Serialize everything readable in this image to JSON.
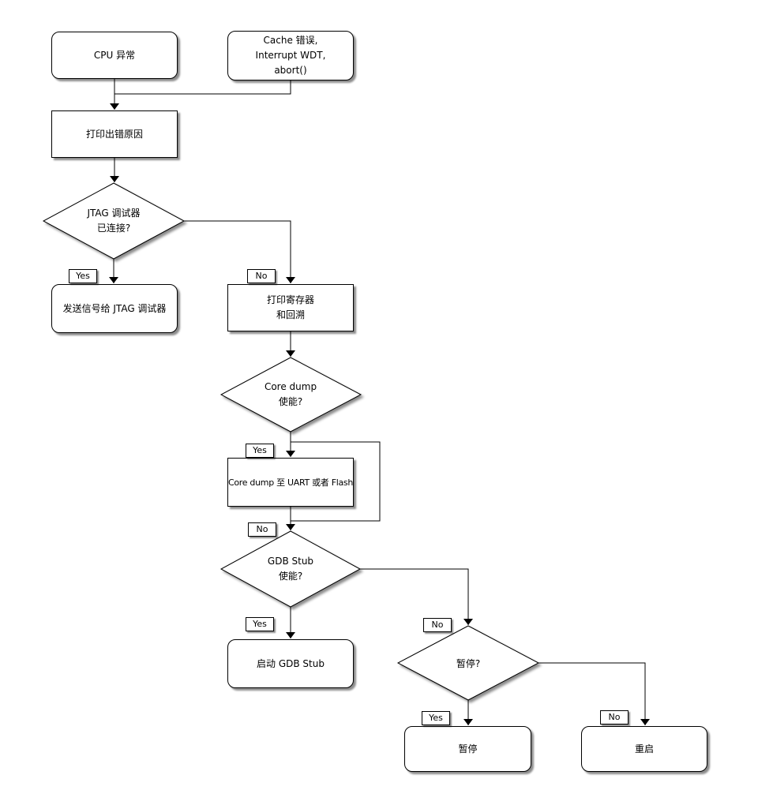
{
  "diagram": {
    "background_color": "#ffffff",
    "stroke_color": "#000000",
    "node_fill_color": "#ffffff"
  },
  "nodes": {
    "cpu_exception": {
      "lines": [
        "CPU 异常"
      ]
    },
    "cache_error": {
      "lines": [
        "Cache 错误,",
        "Interrupt WDT,",
        "abort()"
      ]
    },
    "print_error": {
      "lines": [
        "打印出错原因"
      ]
    },
    "jtag_connected": {
      "lines": [
        "JTAG 调试器",
        "已连接?"
      ]
    },
    "signal_jtag": {
      "lines": [
        "发送信号给 JTAG 调试器"
      ]
    },
    "print_registers": {
      "lines": [
        "打印寄存器",
        "和回溯"
      ]
    },
    "coredump_enabled": {
      "lines": [
        "Core dump",
        "使能?"
      ]
    },
    "coredump_uart_flash": {
      "lines": [
        "Core dump 至 UART 或者 Flash"
      ]
    },
    "gdbstub_enabled": {
      "lines": [
        "GDB Stub",
        "使能?"
      ]
    },
    "start_gdbstub": {
      "lines": [
        "启动 GDB Stub"
      ]
    },
    "halt_decision": {
      "lines": [
        "暂停?"
      ]
    },
    "halt": {
      "lines": [
        "暂停"
      ]
    },
    "reboot": {
      "lines": [
        "重启"
      ]
    }
  },
  "edge_labels": {
    "jtag_yes": "Yes",
    "jtag_no": "No",
    "coredump_yes": "Yes",
    "coredump_no": "No",
    "gdb_yes": "Yes",
    "gdb_no": "No",
    "halt_yes": "Yes",
    "halt_no": "No"
  }
}
